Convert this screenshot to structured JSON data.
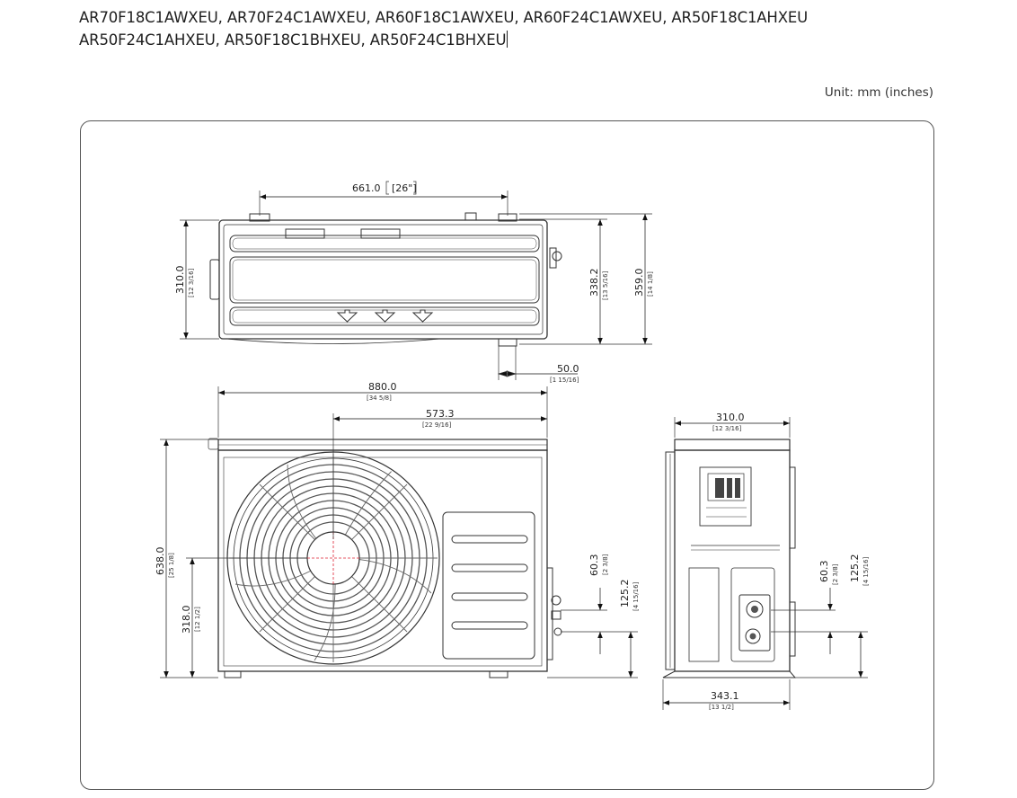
{
  "models": {
    "line1": "AR70F18C1AWXEU, AR70F24C1AWXEU, AR60F18C1AWXEU, AR60F24C1AWXEU, AR50F18C1AHXEU",
    "line2": "AR50F24C1AHXEU, AR50F18C1BHXEU, AR50F24C1BHXEU"
  },
  "unit_note": "Unit: mm (inches)",
  "top_view": {
    "width_mm": "661.0",
    "width_in": "[26\"]",
    "depth_left_mm": "310.0",
    "depth_left_in": "[12 3/16]",
    "depth_mid_mm": "338.2",
    "depth_mid_in": "[13 5/16]",
    "depth_total_mm": "359.0",
    "depth_total_in": "[14 1/8]",
    "offset_mm": "50.0",
    "offset_in": "[1 15/16]"
  },
  "front_view": {
    "width_mm": "880.0",
    "width_in": "[34 5/8]",
    "fan_center_mm": "573.3",
    "fan_center_in": "[22 9/16]",
    "height_mm": "638.0",
    "height_in": "[25 1/8]",
    "fan_height_mm": "318.0",
    "fan_height_in": "[12 1/2]",
    "valve_gap_mm": "60.3",
    "valve_gap_in": "[2 3/8]",
    "valve_height_mm": "125.2",
    "valve_height_in": "[4 15/16]"
  },
  "side_view": {
    "top_width_mm": "310.0",
    "top_width_in": "[12 3/16]",
    "base_width_mm": "343.1",
    "base_width_in": "[13 1/2]",
    "valve_gap_mm": "60.3",
    "valve_gap_in": "[2 3/8]",
    "valve_height_mm": "125.2",
    "valve_height_in": "[4 15/16]"
  }
}
